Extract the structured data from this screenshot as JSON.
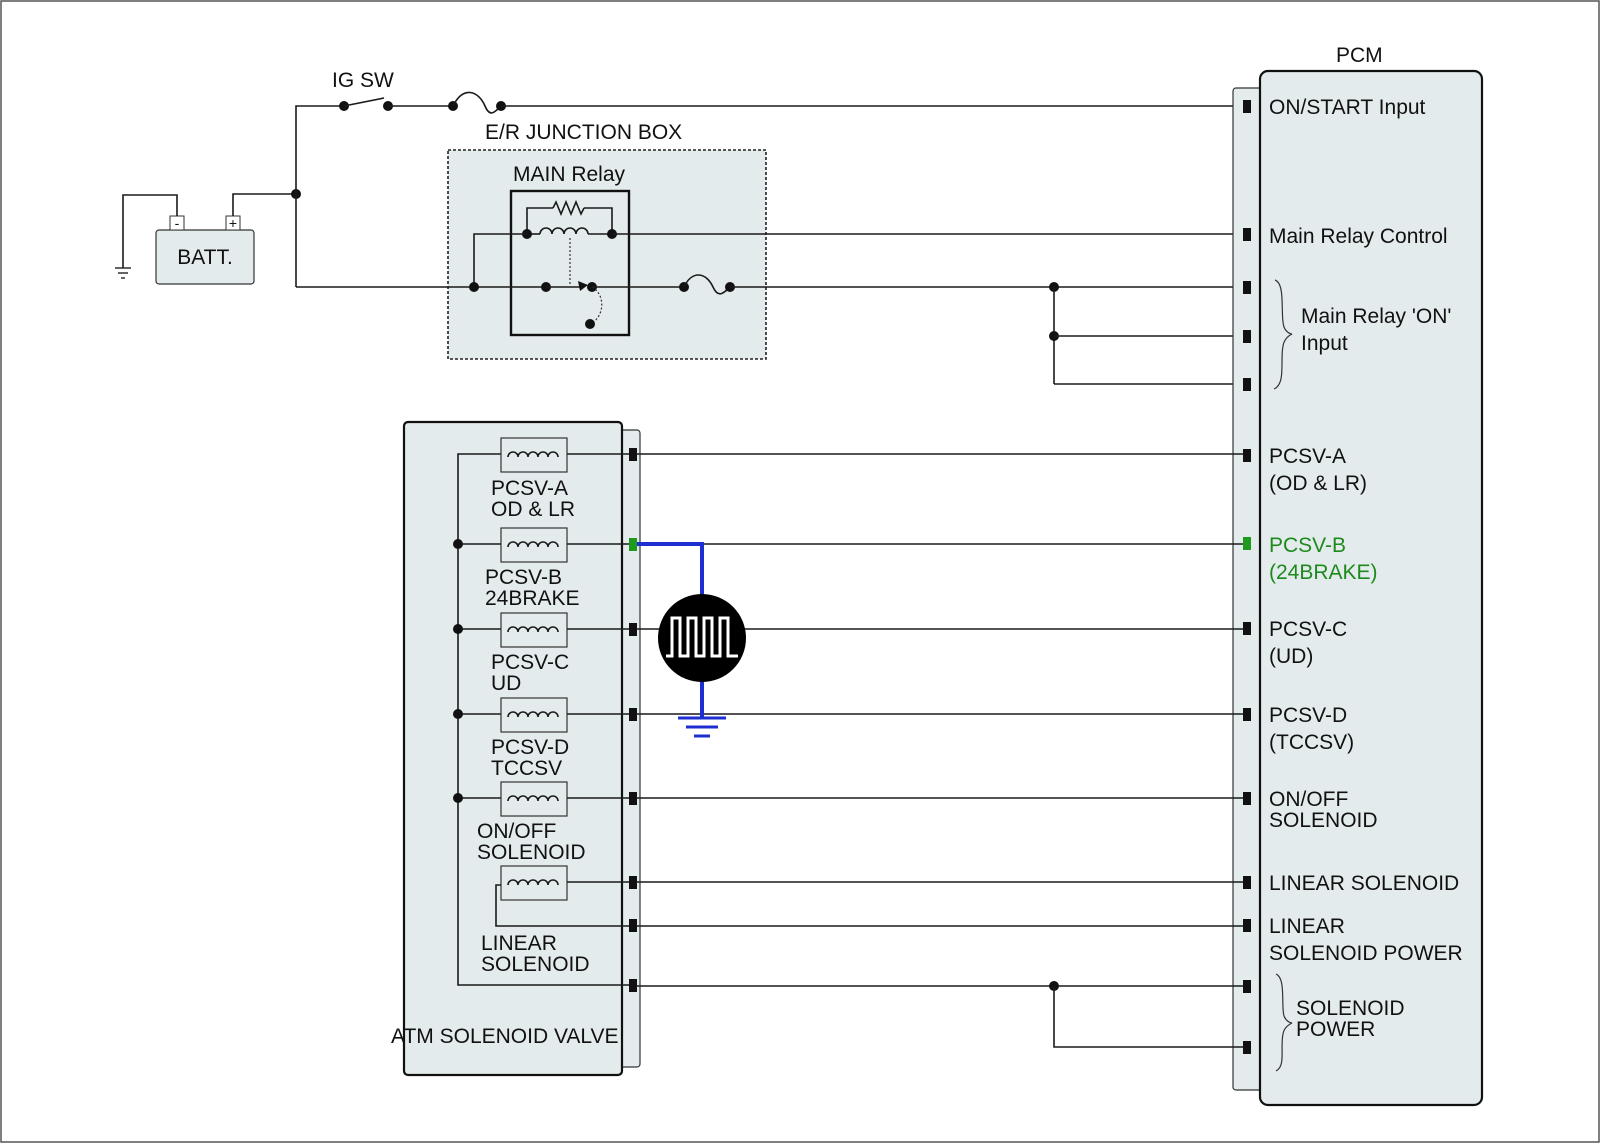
{
  "colors": {
    "box_fill": "#e4ebec",
    "wire": "#1a1a1a",
    "highlight_label": "#1e8a1e",
    "highlight_pin": "#1e9a1e",
    "probe_wire": "#1d2fd1",
    "scope_symbol": "#000000"
  },
  "labels": {
    "ig_sw": "IG SW",
    "batt": "BATT.",
    "batt_minus": "-",
    "batt_plus": "+",
    "er_junction_box": "E/R JUNCTION BOX",
    "main_relay": "MAIN Relay",
    "pcm": "PCM",
    "atm_solenoid_valve": "ATM SOLENOID VALVE"
  },
  "pcm_terminals": {
    "on_start": "ON/START Input",
    "main_relay_control": "Main Relay Control",
    "main_relay_on_1": "Main Relay 'ON'",
    "main_relay_on_2": "Input",
    "pcsv_a_1": "PCSV-A",
    "pcsv_a_2": "(OD & LR)",
    "pcsv_b_1": "PCSV-B",
    "pcsv_b_2": "(24BRAKE)",
    "pcsv_c_1": "PCSV-C",
    "pcsv_c_2": "(UD)",
    "pcsv_d_1": "PCSV-D",
    "pcsv_d_2": "(TCCSV)",
    "onoff_1": "ON/OFF",
    "onoff_2": "SOLENOID",
    "linear": "LINEAR SOLENOID",
    "linear_power_1": "LINEAR",
    "linear_power_2": "SOLENOID POWER",
    "sol_power_1": "SOLENOID",
    "sol_power_2": "POWER"
  },
  "solenoids": {
    "pcsv_a_1": "PCSV-A",
    "pcsv_a_2": "OD & LR",
    "pcsv_b_1": "PCSV-B",
    "pcsv_b_2": "24BRAKE",
    "pcsv_c_1": "PCSV-C",
    "pcsv_c_2": "UD",
    "pcsv_d_1": "PCSV-D",
    "pcsv_d_2": "TCCSV",
    "onoff_1": "ON/OFF",
    "onoff_2": "SOLENOID",
    "linear_1": "LINEAR",
    "linear_2": "SOLENOID"
  }
}
